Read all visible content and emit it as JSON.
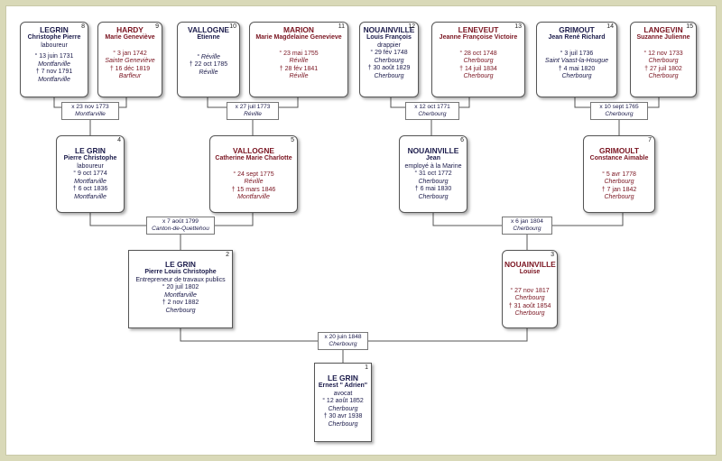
{
  "marriages": {
    "m2": {
      "date": "x 20 juin 1848",
      "place": "Cherbourg"
    },
    "m4": {
      "date": "x 7 août 1799",
      "place": "Canton-de-Quettehou"
    },
    "m6": {
      "date": "x 6 jan 1804",
      "place": "Cherbourg"
    },
    "m8": {
      "date": "x 23 nov 1773",
      "place": "Montfarville"
    },
    "m10": {
      "date": "x 27 juil 1773",
      "place": "Réville"
    },
    "m12": {
      "date": "x 12 oct 1771",
      "place": "Cherbourg"
    },
    "m14": {
      "date": "x 10 sept 1765",
      "place": "Cherbourg"
    }
  },
  "persons": {
    "p1": {
      "num": "1",
      "surname": "LE GRIN",
      "given": "Ernest \" Adrien\"",
      "occupation": "avocat",
      "birth": "° 12 août 1852",
      "birth_place": "Cherbourg",
      "death": "† 30 avr 1938",
      "death_place": "Cherbourg"
    },
    "p2": {
      "num": "2",
      "surname": "LE GRIN",
      "given": "Pierre Louis Christophe",
      "occupation": "Entrepreneur de travaux publics",
      "birth": "° 20 juil 1802",
      "birth_place": "Montfarville",
      "death": "† 2 nov 1882",
      "death_place": "Cherbourg"
    },
    "p3": {
      "num": "3",
      "surname": "NOUAINVILLE",
      "given": "Louise",
      "birth": "° 27 nov 1817",
      "birth_place": "Cherbourg",
      "death": "† 31 août 1854",
      "death_place": "Cherbourg"
    },
    "p4": {
      "num": "4",
      "surname": "LE GRIN",
      "given": "Pierre Christophe",
      "occupation": "laboureur",
      "birth": "° 9 oct 1774",
      "birth_place": "Montfarville",
      "death": "† 6 oct 1836",
      "death_place": "Montfarville"
    },
    "p5": {
      "num": "5",
      "surname": "VALLOGNE",
      "given": "Catherine Marie Charlotte",
      "birth": "° 24 sept 1775",
      "birth_place": "Réville",
      "death": "† 15 mars 1846",
      "death_place": "Montfarville"
    },
    "p6": {
      "num": "6",
      "surname": "NOUAINVILLE",
      "given": "Jean",
      "occupation": "employé à la Marine",
      "birth": "° 31 oct 1772",
      "birth_place": "Cherbourg",
      "death": "† 6 mai 1830",
      "death_place": "Cherbourg"
    },
    "p7": {
      "num": "7",
      "surname": "GRIMOULT",
      "given": "Constance Aimable",
      "birth": "° 5 avr 1778",
      "birth_place": "Cherbourg",
      "death": "† 7 jan 1842",
      "death_place": "Cherbourg"
    },
    "p8": {
      "num": "8",
      "surname": "LEGRIN",
      "given": "Christophe Pierre",
      "occupation": "laboureur",
      "birth": "° 13 juin 1731",
      "birth_place": "Montfarville",
      "death": "† 7 nov 1791",
      "death_place": "Montfarville"
    },
    "p9": {
      "num": "9",
      "surname": "HARDY",
      "given": "Marie Geneviève",
      "birth": "° 3 jan 1742",
      "birth_place": "Sainte Geneviève",
      "death": "† 16 déc 1819",
      "death_place": "Barfleur"
    },
    "p10": {
      "num": "10",
      "surname": "VALLOGNE",
      "given": "Etienne",
      "birth": "° Réville",
      "death": "† 22 oct 1785",
      "death_place": "Réville"
    },
    "p11": {
      "num": "11",
      "surname": "MARION",
      "given": "Marie Magdelaine Genevieve",
      "birth": "° 23 mai 1755",
      "birth_place": "Réville",
      "death": "† 28 fév 1841",
      "death_place": "Réville"
    },
    "p12": {
      "num": "12",
      "surname": "NOUAINVILLE",
      "given": "Louis François",
      "occupation": "drappier",
      "birth": "° 29 fév 1748",
      "birth_place": "Cherbourg",
      "death": "† 30 août 1829",
      "death_place": "Cherbourg"
    },
    "p13": {
      "num": "13",
      "surname": "LENEVEUT",
      "given": "Jeanne Françoise Victoire",
      "birth": "° 28 oct 1748",
      "birth_place": "Cherbourg",
      "death": "† 14 juil 1834",
      "death_place": "Cherbourg"
    },
    "p14": {
      "num": "14",
      "surname": "GRIMOUT",
      "given": "Jean René Richard",
      "birth": "° 3 juil 1736",
      "birth_place": "Saint Vaast-la-Hougue",
      "death": "† 4 mai 1820",
      "death_place": "Cherbourg"
    },
    "p15": {
      "num": "15",
      "surname": "LANGEVIN",
      "given": "Suzanne Julienne",
      "birth": "° 12 nov 1733",
      "birth_place": "Cherbourg",
      "death": "† 27 juil 1802",
      "death_place": "Cherbourg"
    }
  }
}
